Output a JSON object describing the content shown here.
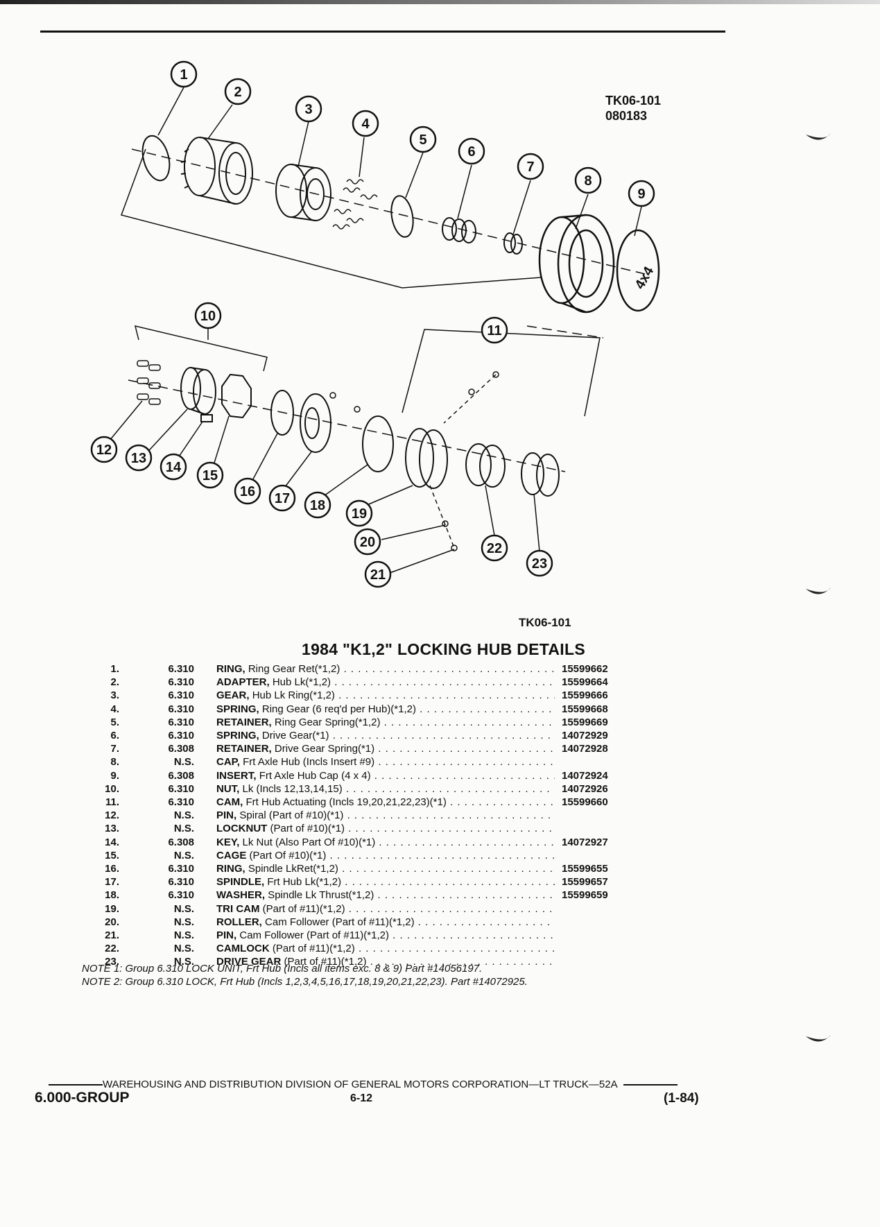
{
  "figure": {
    "code_top": "TK06-101",
    "date_code": "080183",
    "code_bottom": "TK06-101",
    "callouts": [
      "1",
      "2",
      "3",
      "4",
      "5",
      "6",
      "7",
      "8",
      "9",
      "10",
      "11",
      "12",
      "13",
      "14",
      "15",
      "16",
      "17",
      "18",
      "19",
      "20",
      "21",
      "22",
      "23"
    ],
    "badge_text": "4x4"
  },
  "title": "1984 \"K1,2\" LOCKING HUB DETAILS",
  "parts": [
    {
      "num": "1.",
      "group": "6.310",
      "name": "RING,",
      "desc": "Ring Gear Ret(*1,2)",
      "part": "15599662"
    },
    {
      "num": "2.",
      "group": "6.310",
      "name": "ADAPTER,",
      "desc": "Hub Lk(*1,2)",
      "part": "15599664"
    },
    {
      "num": "3.",
      "group": "6.310",
      "name": "GEAR,",
      "desc": "Hub Lk Ring(*1,2)",
      "part": "15599666"
    },
    {
      "num": "4.",
      "group": "6.310",
      "name": "SPRING,",
      "desc": "Ring Gear (6 req'd per Hub)(*1,2)",
      "part": "15599668"
    },
    {
      "num": "5.",
      "group": "6.310",
      "name": "RETAINER,",
      "desc": "Ring Gear Spring(*1,2)",
      "part": "15599669"
    },
    {
      "num": "6.",
      "group": "6.310",
      "name": "SPRING,",
      "desc": "Drive Gear(*1)",
      "part": "14072929"
    },
    {
      "num": "7.",
      "group": "6.308",
      "name": "RETAINER,",
      "desc": "Drive Gear Spring(*1)",
      "part": "14072928"
    },
    {
      "num": "8.",
      "group": "N.S.",
      "name": "CAP,",
      "desc": "Frt Axle Hub (Incls Insert #9)",
      "part": ""
    },
    {
      "num": "9.",
      "group": "6.308",
      "name": "INSERT,",
      "desc": "Frt Axle Hub Cap (4 x 4)",
      "part": "14072924"
    },
    {
      "num": "10.",
      "group": "6.310",
      "name": "NUT,",
      "desc": "Lk (Incls 12,13,14,15)",
      "part": "14072926"
    },
    {
      "num": "11.",
      "group": "6.310",
      "name": "CAM,",
      "desc": "Frt Hub Actuating (Incls 19,20,21,22,23)(*1)",
      "part": "15599660"
    },
    {
      "num": "12.",
      "group": "N.S.",
      "name": "PIN,",
      "desc": "Spiral (Part of #10)(*1)",
      "part": ""
    },
    {
      "num": "13.",
      "group": "N.S.",
      "name": "LOCKNUT",
      "desc": "(Part of #10)(*1)",
      "part": ""
    },
    {
      "num": "14.",
      "group": "6.308",
      "name": "KEY,",
      "desc": "Lk Nut (Also Part Of #10)(*1)",
      "part": "14072927"
    },
    {
      "num": "15.",
      "group": "N.S.",
      "name": "CAGE",
      "desc": "(Part Of #10)(*1)",
      "part": ""
    },
    {
      "num": "16.",
      "group": "6.310",
      "name": "RING,",
      "desc": "Spindle LkRet(*1,2)",
      "part": "15599655"
    },
    {
      "num": "17.",
      "group": "6.310",
      "name": "SPINDLE,",
      "desc": "Frt Hub Lk(*1,2)",
      "part": "15599657"
    },
    {
      "num": "18.",
      "group": "6.310",
      "name": "WASHER,",
      "desc": "Spindle Lk Thrust(*1,2)",
      "part": "15599659"
    },
    {
      "num": "19.",
      "group": "N.S.",
      "name": "TRI CAM",
      "desc": "(Part of #11)(*1,2)",
      "part": ""
    },
    {
      "num": "20.",
      "group": "N.S.",
      "name": "ROLLER,",
      "desc": "Cam Follower (Part of #11)(*1,2)",
      "part": ""
    },
    {
      "num": "21.",
      "group": "N.S.",
      "name": "PIN,",
      "desc": "Cam Follower (Part of #11)(*1,2)",
      "part": ""
    },
    {
      "num": "22.",
      "group": "N.S.",
      "name": "CAMLOCK",
      "desc": "(Part of #11)(*1,2)",
      "part": ""
    },
    {
      "num": "23.",
      "group": "N.S.",
      "name": "DRIVE GEAR",
      "desc": "(Part of #11)(*1,2)",
      "part": ""
    }
  ],
  "notes": [
    "NOTE 1: Group 6.310 LOCK UNIT, Frt Hub (Incls all items exc. 8 & 9) Part #14056197.",
    "NOTE 2: Group 6.310 LOCK, Frt Hub (Incls 1,2,3,4,5,16,17,18,19,20,21,22,23). Part #14072925."
  ],
  "footer": {
    "division": "WAREHOUSING AND DISTRIBUTION DIVISION OF GENERAL MOTORS CORPORATION—LT TRUCK—52A",
    "group": "6.000-GROUP",
    "page": "6-12",
    "date": "(1-84)"
  }
}
